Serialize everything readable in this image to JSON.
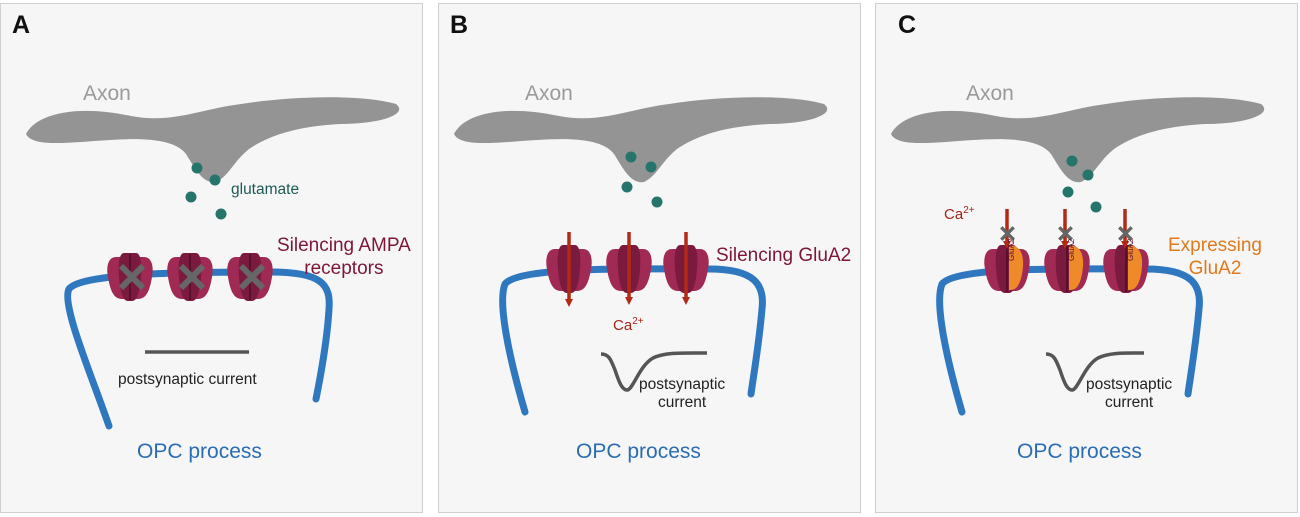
{
  "panels": [
    {
      "letter": "A",
      "axon": "Axon",
      "glutamate": "glutamate",
      "receptor_label_line1": "Silencing AMPA",
      "receptor_label_line2": "receptors",
      "current_label": "postsynaptic current",
      "process": "OPC process"
    },
    {
      "letter": "B",
      "axon": "Axon",
      "receptor_label": "Silencing GluA2",
      "ca_base": "Ca",
      "ca_sup": "2+",
      "current_line1": "postsynaptic",
      "current_line2": "current",
      "process": "OPC process"
    },
    {
      "letter": "C",
      "axon": "Axon",
      "ca_base": "Ca",
      "ca_sup": "2+",
      "receptor_label_line1": "Expressing",
      "receptor_label_line2": "GluA2",
      "subunit_label": "GluA2",
      "current_line1": "postsynaptic",
      "current_line2": "current",
      "process": "OPC process"
    }
  ],
  "colors": {
    "axon": "#949494",
    "membrane": "#2f78bf",
    "receptor": "#a12a55",
    "receptor_dark": "#6a1432",
    "glutamate": "#26756c",
    "cross": "#666666",
    "calcium_arrow": "#b22a15",
    "glua2": "#ef8a2a",
    "trace": "#555555"
  }
}
